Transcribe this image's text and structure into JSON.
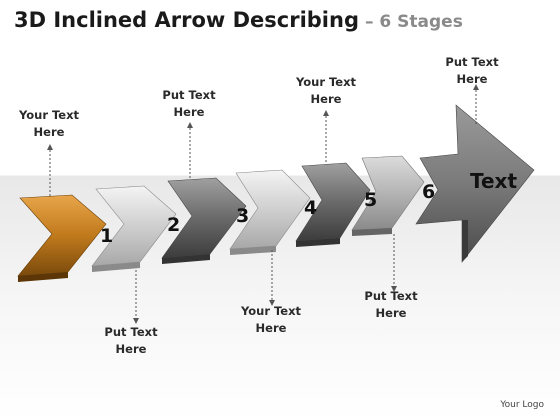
{
  "title": {
    "main": "3D Inclined Arrow Describing",
    "sub": "– 6 Stages"
  },
  "stages": [
    {
      "number": "1",
      "color": "#c9801c"
    },
    {
      "number": "2",
      "color": "#d9d9d9"
    },
    {
      "number": "3",
      "color": "#8f8f8f"
    },
    {
      "number": "4",
      "color": "#c4c4c4"
    },
    {
      "number": "5",
      "color": "#6e6e6e"
    },
    {
      "number": "6",
      "color": "#b8b8b8"
    }
  ],
  "head_text": "Text",
  "labels": {
    "top_1": [
      "Your Text",
      "Here"
    ],
    "top_2": [
      "Put Text",
      "Here"
    ],
    "top_3": [
      "Your Text",
      "Here"
    ],
    "top_4": [
      "Put Text",
      "Here"
    ],
    "bottom_1": [
      "Put Text",
      "Here"
    ],
    "bottom_2": [
      "Your Text",
      "Here"
    ],
    "bottom_3": [
      "Put Text",
      "Here"
    ]
  },
  "logo": "Your Logo"
}
